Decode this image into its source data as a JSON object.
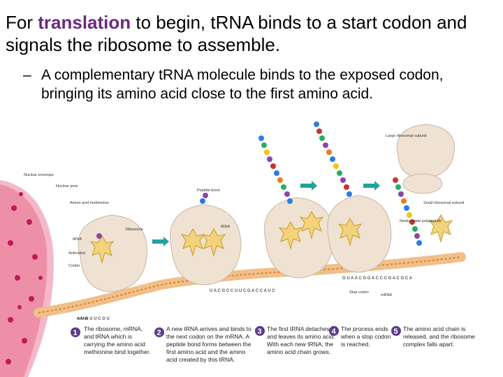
{
  "headline": {
    "prefix": "For ",
    "keyword": "translation",
    "suffix": " to begin, tRNA binds to a start codon and signals the ribosome to assemble."
  },
  "bullet": {
    "marker": "–",
    "text": "A complementary tRNA molecule binds to the exposed codon, bringing its amino acid close to the first amino acid."
  },
  "figure": {
    "labels": {
      "nuclear_envelope": "Nuclear envelope",
      "nuclear_pore": "Nuclear pore",
      "amino_acid_methionine": "Amino acid methionine",
      "trna": "tRNA",
      "anticodon": "Anticodon",
      "codon": "Codon",
      "ribosome": "Ribosome",
      "peptide_bond": "Peptide bond",
      "trna_2": "tRNA",
      "large_subunit": "Large ribosomal subunit",
      "small_subunit": "Small ribosomal subunit",
      "newly_made_polypeptide": "Newly made polypeptide",
      "stop_codon": "Stop codon",
      "mrna": "mRNA",
      "mrna_2": "mRNA"
    },
    "steps": [
      {
        "num": "1",
        "lines": [
          "The ribosome, mRNA,",
          "and tRNA which is",
          "carrying the amino acid",
          "methionine bind together."
        ]
      },
      {
        "num": "2",
        "lines": [
          "A new tRNA arrives and binds to",
          "the next codon on the mRNA. A",
          "peptide bond forms between the",
          "first amino acid and the amino",
          "acid created by this tRNA."
        ]
      },
      {
        "num": "3",
        "lines": [
          "The first tRNA detaches",
          "and leaves its amino acid.",
          "With each new tRNA, the",
          "amino acid chain grows."
        ]
      },
      {
        "num": "4",
        "lines": [
          "The process ends",
          "when a stop codon",
          "is reached."
        ]
      },
      {
        "num": "5",
        "lines": [
          "The amino acid chain is",
          "released, and the ribosome",
          "complex falls apart."
        ]
      }
    ],
    "colors": {
      "keyword": "#6b2a7c",
      "ribosome": "#efe2d2",
      "mrna": "#e07a3a",
      "trna": "#f2d27a",
      "arrow": "#1fa39a",
      "nucleus": "#e8527a",
      "step_circle": "#5a3c8a"
    }
  }
}
